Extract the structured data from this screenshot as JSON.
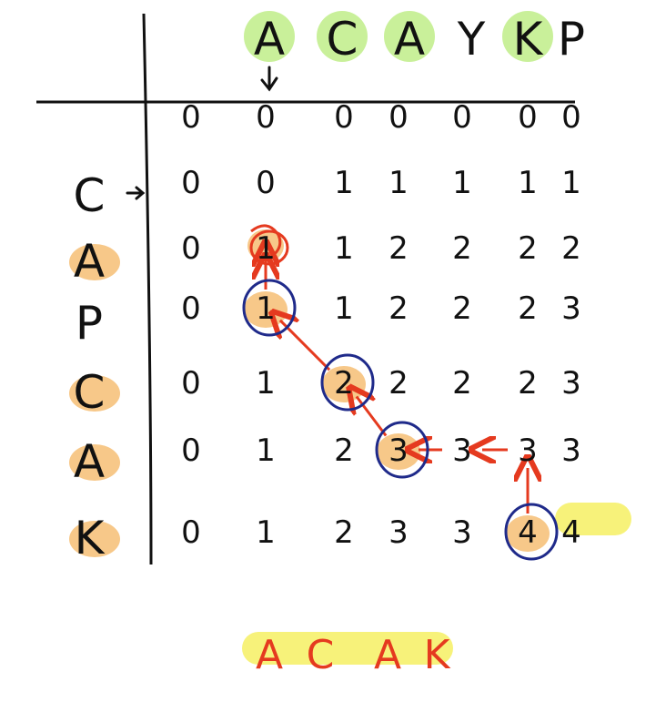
{
  "columns": [
    "A",
    "C",
    "A",
    "Y",
    "K",
    "P"
  ],
  "rows": [
    "C",
    "A",
    "P",
    "C",
    "A",
    "K"
  ],
  "highlighted_columns": [
    0,
    1,
    2,
    4
  ],
  "highlighted_rows": [
    1,
    3,
    4,
    5
  ],
  "table": [
    [
      "0",
      "0",
      "0",
      "0",
      "0",
      "0",
      "0"
    ],
    [
      "0",
      "0",
      "1",
      "1",
      "1",
      "1",
      "1"
    ],
    [
      "0",
      "1",
      "1",
      "2",
      "2",
      "2",
      "2"
    ],
    [
      "0",
      "1",
      "1",
      "2",
      "2",
      "2",
      "3"
    ],
    [
      "0",
      "1",
      "2",
      "2",
      "2",
      "2",
      "3"
    ],
    [
      "0",
      "1",
      "2",
      "3",
      "3",
      "3",
      "3"
    ],
    [
      "0",
      "1",
      "2",
      "3",
      "3",
      "4",
      "4"
    ]
  ],
  "traceback_path": [
    [
      6,
      5
    ],
    [
      5,
      5
    ],
    [
      5,
      4
    ],
    [
      5,
      3
    ],
    [
      4,
      2
    ],
    [
      3,
      1
    ],
    [
      2,
      1
    ]
  ],
  "circled_cells": [
    [
      3,
      1
    ],
    [
      4,
      2
    ],
    [
      5,
      3
    ],
    [
      6,
      5
    ]
  ],
  "result": [
    "A",
    "C",
    "A",
    "K"
  ],
  "colors": {
    "ink": "#111111",
    "arrow": "#e53a1f",
    "circle": "#1f2a8a",
    "green_highlight": "#c9f09a",
    "orange_highlight": "#f7c889",
    "yellow_highlight": "#f7f27a"
  }
}
